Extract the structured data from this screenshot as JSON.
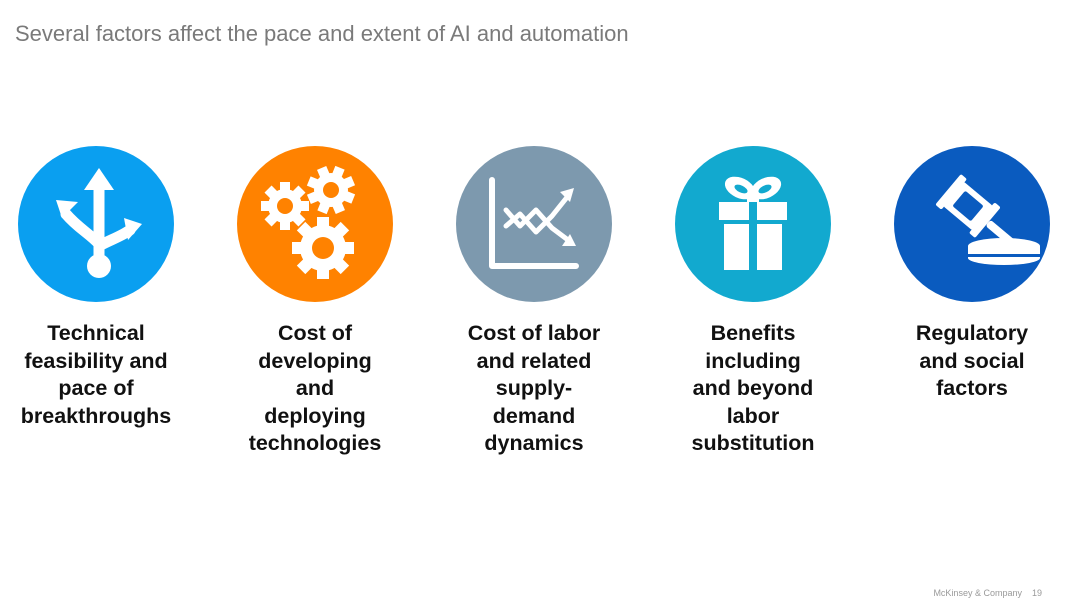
{
  "title": "Several factors affect the pace and extent of AI and automation",
  "factors": [
    {
      "icon": "branching-arrows-icon",
      "color": "#0a9ff0",
      "label": [
        "Technical",
        "feasibility and",
        "pace of",
        "breakthroughs"
      ]
    },
    {
      "icon": "gears-icon",
      "color": "#ff8200",
      "label": [
        "Cost of",
        "developing",
        "and",
        "deploying",
        "technologies"
      ]
    },
    {
      "icon": "line-chart-icon",
      "color": "#7d99ae",
      "label": [
        "Cost of labor",
        "and related",
        "supply-",
        "demand",
        "dynamics"
      ]
    },
    {
      "icon": "gift-icon",
      "color": "#12a9cf",
      "label": [
        "Benefits",
        "including",
        "and beyond",
        "labor",
        "substitution"
      ]
    },
    {
      "icon": "gavel-icon",
      "color": "#0a5bbf",
      "label": [
        "Regulatory",
        "and social",
        "factors"
      ]
    }
  ],
  "footer": {
    "company": "McKinsey & Company",
    "page": "19"
  }
}
